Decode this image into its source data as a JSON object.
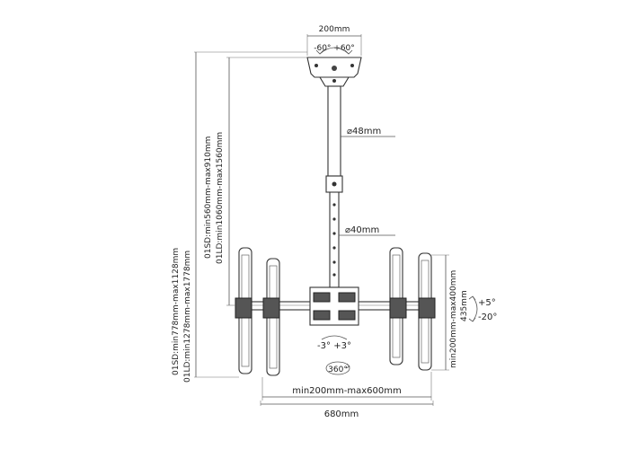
{
  "labels": {
    "plate_width": "200mm",
    "plate_tilt": "-60° +60°",
    "upper_tube": "⌀48mm",
    "lower_tube": "⌀40mm",
    "height_sd_total": "01SD:min778mm-max1128mm",
    "height_ld_total": "01LD:min1278mm-max1778mm",
    "height_sd_pole": "01SD:min560mm-max910mm",
    "height_ld_pole": "01LD:min1060mm-max1560mm",
    "bracket_height": "min200mm-max400mm",
    "bracket_offset": "435mm",
    "tilt_up": "+5°",
    "tilt_down": "-20°",
    "swivel": "-3° +3°",
    "rotation": "360°",
    "arm_span": "min200mm-max600mm",
    "total_width": "680mm"
  }
}
